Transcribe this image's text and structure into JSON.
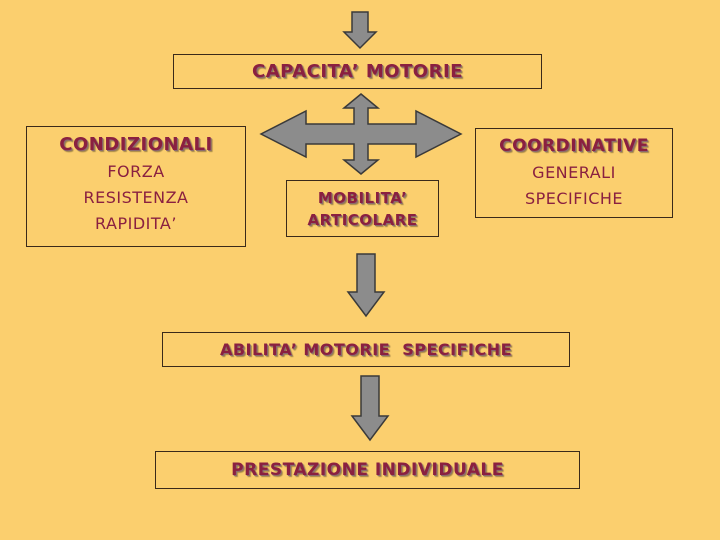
{
  "top_box": {
    "title": "CAPACITA’ MOTORIE"
  },
  "left_box": {
    "title": "CONDIZIONALI",
    "items": [
      "FORZA",
      "RESISTENZA",
      "RAPIDITA’"
    ]
  },
  "right_box": {
    "title": "COORDINATIVE",
    "items": [
      "GENERALI",
      "SPECIFICHE"
    ]
  },
  "center_box": {
    "line1": "MOBILITA’",
    "line2": "ARTICOLARE"
  },
  "middle_box": {
    "title": "ABILITA’ MOTORIE  SPECIFICHE"
  },
  "bottom_box": {
    "title": "PRESTAZIONE INDIVIDUALE"
  },
  "colors": {
    "background": "#fbcf6e",
    "text": "#8a2040",
    "arrow_fill": "#8c8c8c",
    "arrow_stroke": "#3a3a3a",
    "border": "#3a2a1a"
  }
}
